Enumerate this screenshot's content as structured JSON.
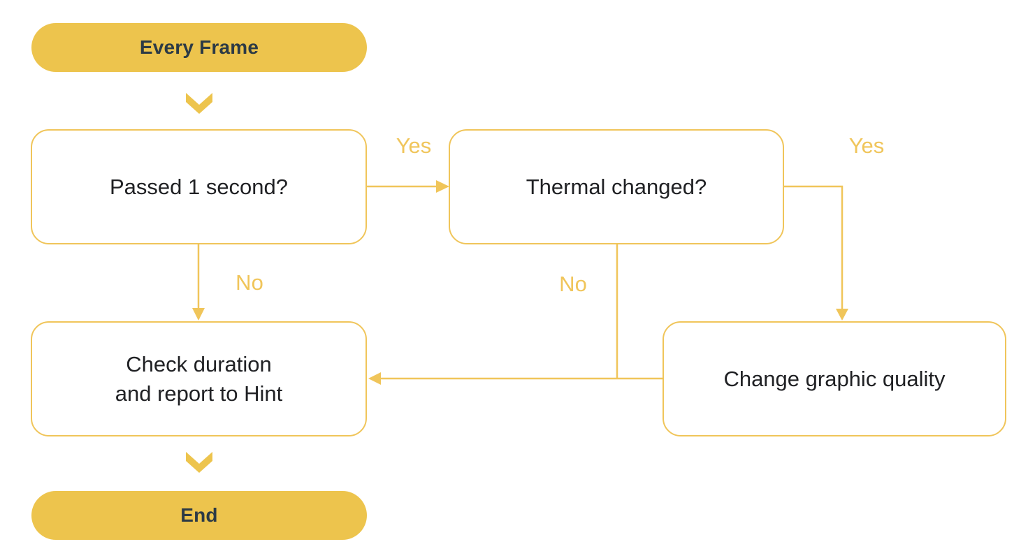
{
  "flowchart": {
    "description": "Per-frame thermal / graphics quality decision flowchart",
    "colors": {
      "terminal_fill": "#EDC44D",
      "connector_stroke": "#F0C55A",
      "terminal_text": "#2C3A45",
      "box_text": "#202124",
      "box_fill": "#FFFFFF",
      "background": "#FFFFFF"
    },
    "nodes": {
      "start": {
        "label": "Every Frame",
        "type": "start-terminal"
      },
      "passed_1_second": {
        "label": "Passed 1 second?",
        "type": "decision"
      },
      "thermal_changed": {
        "label": "Thermal changed?",
        "type": "decision"
      },
      "check_duration": {
        "label": "Check duration and report to Hint",
        "label_line1": "Check duration",
        "label_line2": "and report to Hint",
        "type": "process"
      },
      "change_graphic_quality": {
        "label": "Change graphic quality",
        "type": "process"
      },
      "end": {
        "label": "End",
        "type": "end-terminal"
      }
    },
    "edges": {
      "start_to_passed": {
        "from": "start",
        "to": "passed_1_second",
        "label": ""
      },
      "passed_yes": {
        "from": "passed_1_second",
        "to": "thermal_changed",
        "label": "Yes"
      },
      "passed_no": {
        "from": "passed_1_second",
        "to": "check_duration",
        "label": "No"
      },
      "thermal_yes": {
        "from": "thermal_changed",
        "to": "change_graphic_quality",
        "label": "Yes"
      },
      "thermal_no": {
        "from": "thermal_changed",
        "to": "check_duration",
        "label": "No"
      },
      "change_to_check": {
        "from": "change_graphic_quality",
        "to": "check_duration",
        "label": ""
      },
      "check_to_end": {
        "from": "check_duration",
        "to": "end",
        "label": ""
      }
    }
  }
}
